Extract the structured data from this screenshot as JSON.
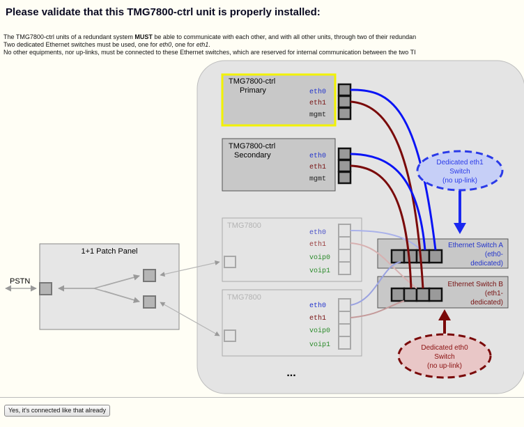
{
  "page": {
    "title": "Please validate that this TMG7800-ctrl unit is properly installed:",
    "intro_line1_pre": "The TMG7800-ctrl units of a redundant system ",
    "intro_line1_bold": "MUST",
    "intro_line1_post": " be able to communicate with each other, and with all other units, through two of their redundan",
    "intro_line2_pre": "Two dedicated Ethernet switches must be used, one for ",
    "intro_line2_eth0": "eth0",
    "intro_line2_mid": ", one for ",
    "intro_line2_eth1": "eth1",
    "intro_line2_end": ".",
    "intro_line3": "No other equipments, nor up-links, must be connected to these Ethernet switches, which are reserved for internal communication between the two TI"
  },
  "diagram": {
    "ctrl_primary": {
      "name": "TMG7800-ctrl",
      "role": "Primary",
      "ports": [
        "eth0",
        "eth1",
        "mgmt"
      ]
    },
    "ctrl_secondary": {
      "name": "TMG7800-ctrl",
      "role": "Secondary",
      "ports": [
        "eth0",
        "eth1",
        "mgmt"
      ]
    },
    "unit_1": {
      "name": "TMG7800",
      "ports": [
        "eth0",
        "eth1",
        "voip0",
        "voip1"
      ]
    },
    "unit_2": {
      "name": "TMG7800",
      "ports": [
        "eth0",
        "eth1",
        "voip0",
        "voip1"
      ]
    },
    "patch_panel": {
      "label": "1+1 Patch Panel"
    },
    "pstn_label": "PSTN",
    "switch_a": {
      "line1": "Ethernet Switch A",
      "line2": "(eth0-",
      "line3": "dedicated)"
    },
    "switch_b": {
      "line1": "Ethernet Switch B",
      "line2": "(eth1-",
      "line3": "dedicated)"
    },
    "callout_blue": {
      "line1": "Dedicated eth1",
      "line2": "Switch",
      "line3": "(no up-link)"
    },
    "callout_red": {
      "line1": "Dedicated eth0",
      "line2": "Switch",
      "line3": "(no up-link)"
    },
    "ellipsis": "...",
    "colors": {
      "eth0_link": "#0a14f5",
      "eth1_link": "#7a0a0a",
      "primary_highlight": "#f0f000",
      "callout_blue_fill": "#c6cff7",
      "callout_red_fill": "#e9c7c7"
    }
  },
  "actions": {
    "confirm_label": "Yes, it's connected like that already"
  }
}
